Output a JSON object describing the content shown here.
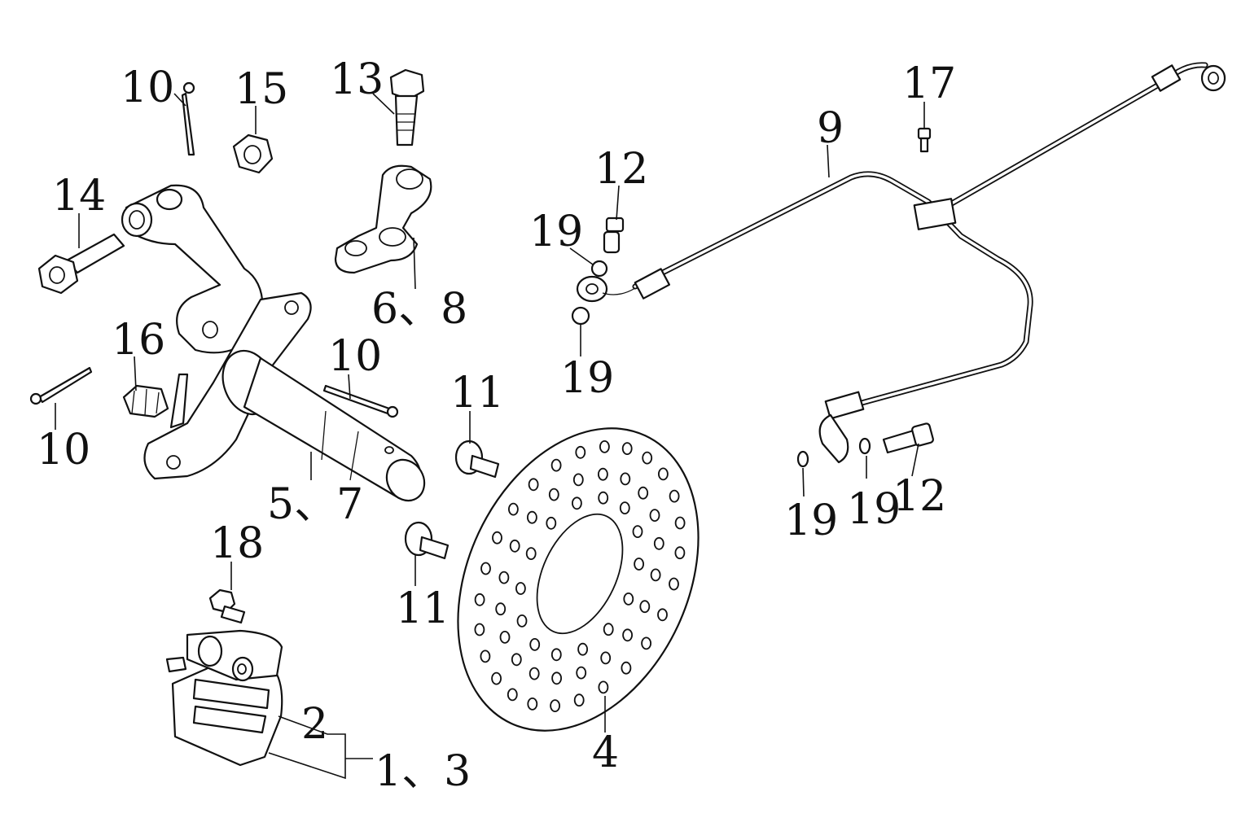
{
  "callouts": {
    "c1_3": "1、3",
    "c2": "2",
    "c4": "4",
    "c5_7": "5、7",
    "c6_8": "6、8",
    "c9": "9",
    "c10a": "10",
    "c10b": "10",
    "c10c": "10",
    "c11a": "11",
    "c11b": "11",
    "c12a": "12",
    "c12b": "12",
    "c13": "13",
    "c14": "14",
    "c15": "15",
    "c16": "16",
    "c17": "17",
    "c18": "18",
    "c19a": "19",
    "c19b": "19",
    "c19c": "19",
    "c19d": "19"
  }
}
